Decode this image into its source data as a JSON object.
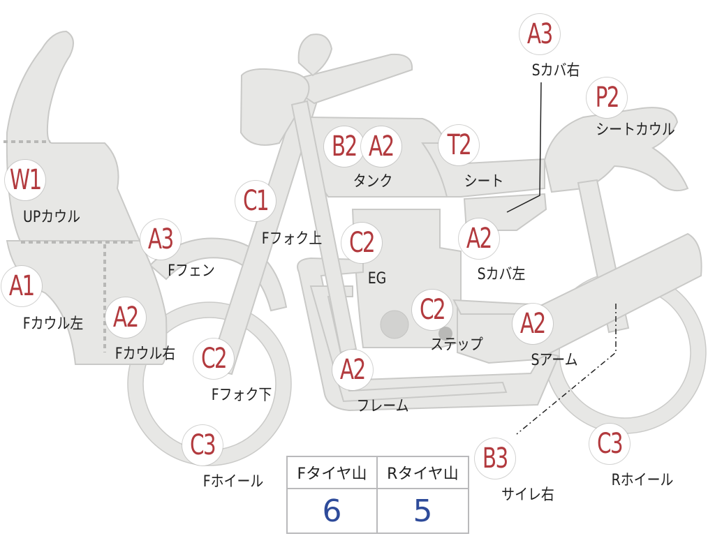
{
  "markers": [
    {
      "id": "w1",
      "grade": "W1",
      "label": "UPカウル"
    },
    {
      "id": "a1",
      "grade": "A1",
      "label": "Fカウル左"
    },
    {
      "id": "a2-fcowl-right",
      "grade": "A2",
      "label": "Fカウル右"
    },
    {
      "id": "a3-ffender",
      "grade": "A3",
      "label": "Fフェン"
    },
    {
      "id": "c1",
      "grade": "C1",
      "label": "Fフォク上"
    },
    {
      "id": "c2-ffork-lower",
      "grade": "C2",
      "label": "Fフォク下"
    },
    {
      "id": "c3-fwheel",
      "grade": "C3",
      "label": "Fホイール"
    },
    {
      "id": "b2-tank",
      "grade": "B2",
      "label": ""
    },
    {
      "id": "a2-tank",
      "grade": "A2",
      "label": "タンク"
    },
    {
      "id": "c2-eg",
      "grade": "C2",
      "label": "EG"
    },
    {
      "id": "c2-step",
      "grade": "C2",
      "label": "ステップ"
    },
    {
      "id": "a2-frame",
      "grade": "A2",
      "label": "フレーム"
    },
    {
      "id": "t2",
      "grade": "T2",
      "label": "シート"
    },
    {
      "id": "a3-scover-right",
      "grade": "A3",
      "label": "Sカバ右"
    },
    {
      "id": "p2",
      "grade": "P2",
      "label": "シートカウル"
    },
    {
      "id": "a2-scover-left",
      "grade": "A2",
      "label": "Sカバ左"
    },
    {
      "id": "a2-sarm",
      "grade": "A2",
      "label": "Sアーム"
    },
    {
      "id": "b3",
      "grade": "B3",
      "label": "サイレ右"
    },
    {
      "id": "c3-rwheel",
      "grade": "C3",
      "label": "Rホイール"
    }
  ],
  "tread_table": {
    "front_header": "Fタイヤ山",
    "rear_header": "Rタイヤ山",
    "front_value": "6",
    "rear_value": "5"
  },
  "colors": {
    "grade": "#b23a3e",
    "tread_value": "#2e4b9a",
    "part_fill": "#e7e7e5"
  }
}
